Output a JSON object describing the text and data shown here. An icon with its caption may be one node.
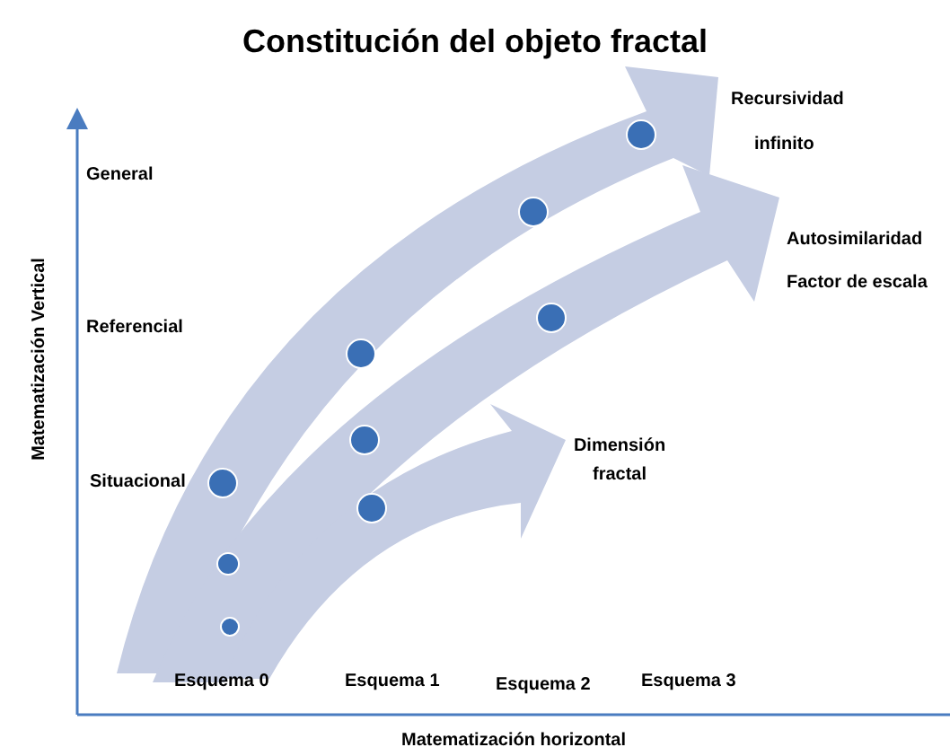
{
  "diagram": {
    "title": "Constitución del objeto fractal",
    "labels": [
      "Recursividad",
      "infinito",
      "Autosimilaridad",
      "Factor de escala",
      "General",
      "Referencial",
      "Dimensión fractal",
      "Situacional",
      "Esquema 0",
      "Esquema 1",
      "Esquema 2",
      "Esquema 3",
      "Matematización Vertical",
      "Matematización horizontal"
    ]
  }
}
